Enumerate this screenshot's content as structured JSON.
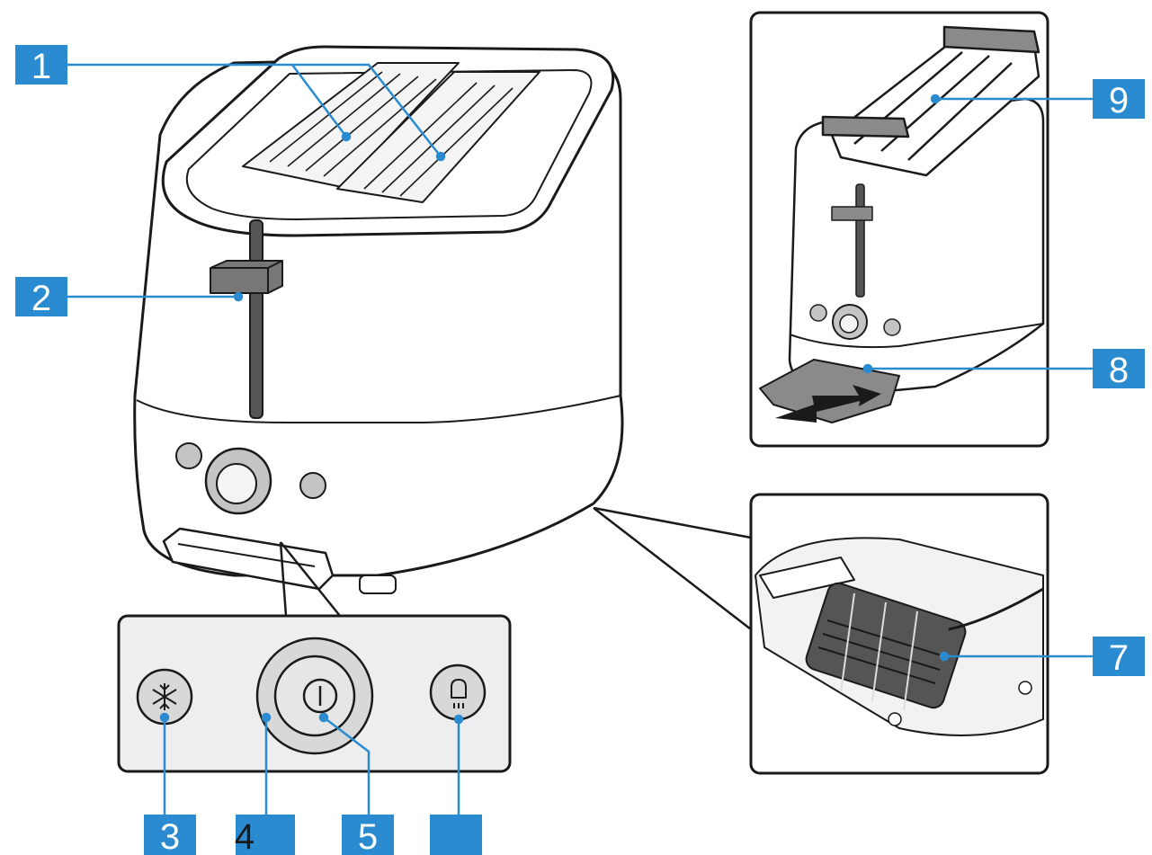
{
  "colors": {
    "callout_fill": "#2a8bd0",
    "callout_text": "#ffffff",
    "leader_line": "#2a8bd0",
    "outline": "#1a1a1a",
    "panel_fill": "#eeeeee",
    "button_fill": "#d8d8d8"
  },
  "callouts": [
    {
      "id": "1",
      "label": "1"
    },
    {
      "id": "2",
      "label": "2"
    },
    {
      "id": "3",
      "label": "3"
    },
    {
      "id": "4",
      "label": "4"
    },
    {
      "id": "5",
      "label": "5"
    },
    {
      "id": "6",
      "label": ""
    },
    {
      "id": "7",
      "label": "7"
    },
    {
      "id": "8",
      "label": "8"
    },
    {
      "id": "9",
      "label": "9"
    }
  ],
  "icons": {
    "defrost_button": "snowflake-icon",
    "power_button": "power-icon",
    "reheat_button": "bread-reheat-icon"
  }
}
